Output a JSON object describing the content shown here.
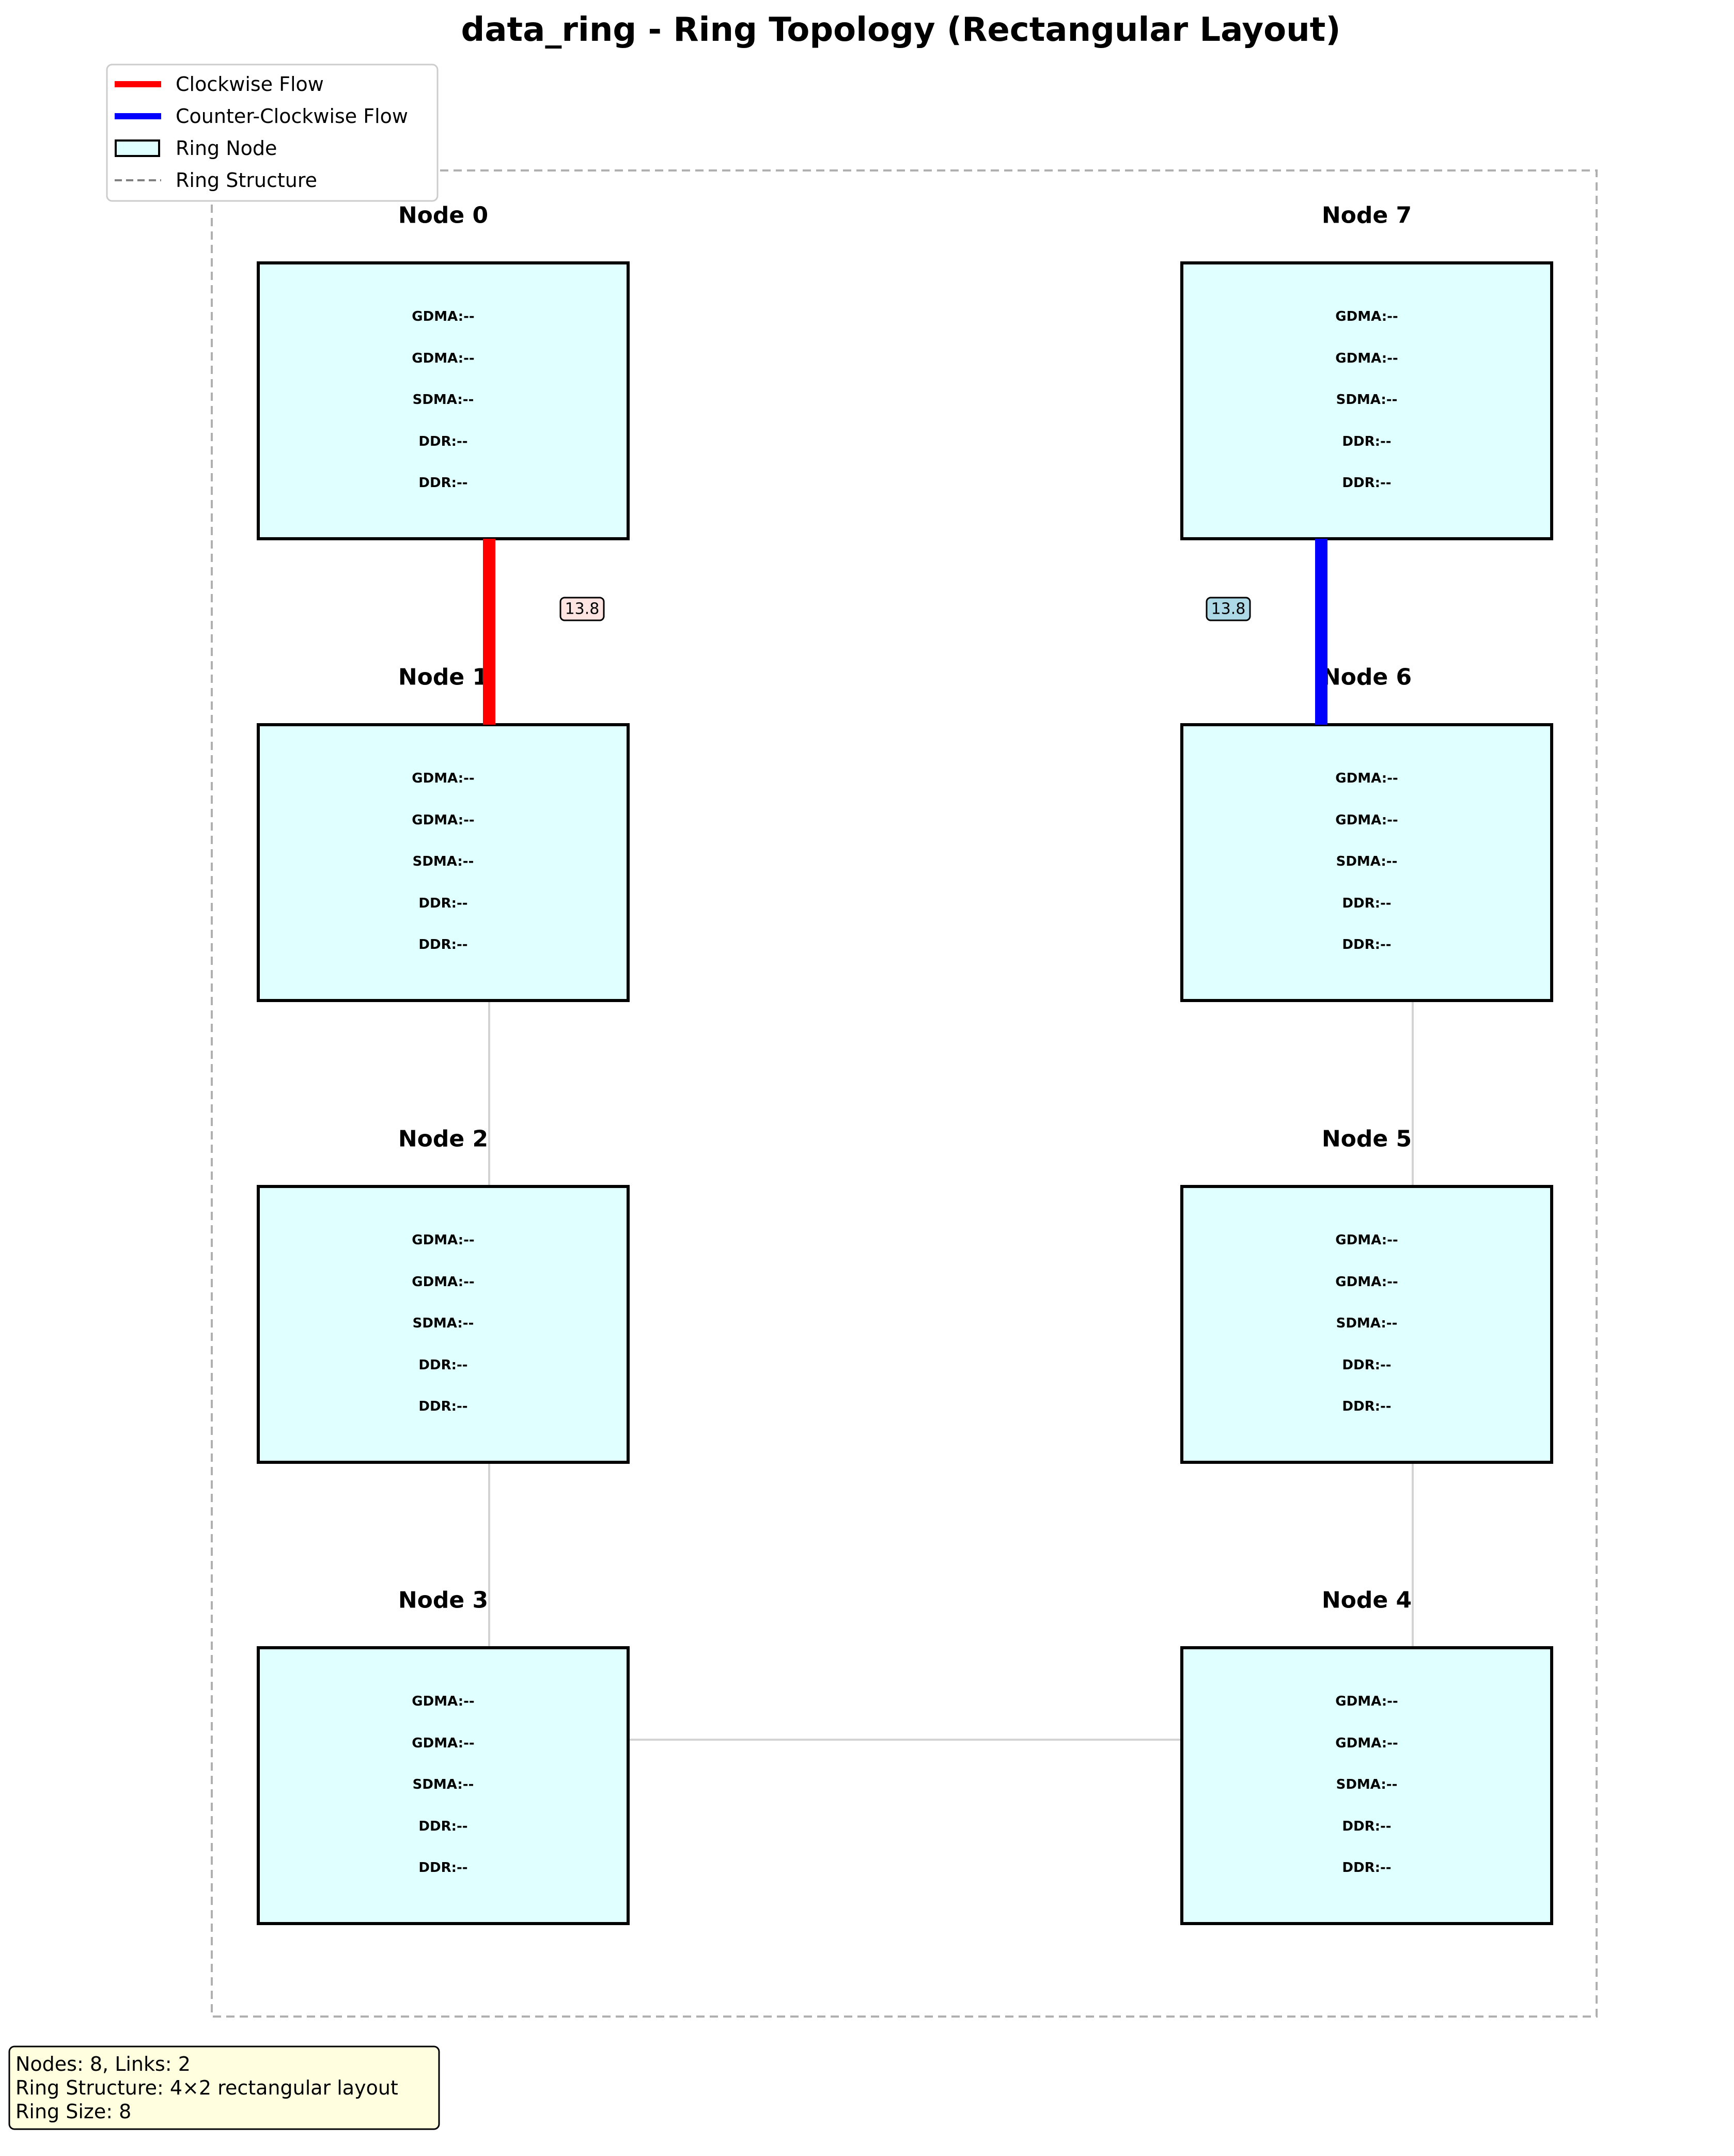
{
  "title": "data_ring - Ring Topology (Rectangular Layout)",
  "legend": [
    {
      "label": "Clockwise Flow",
      "kind": "line",
      "color": "#ff0000"
    },
    {
      "label": "Counter-Clockwise Flow",
      "kind": "line",
      "color": "#0000ff"
    },
    {
      "label": "Ring Node",
      "kind": "box",
      "color": "#e0ffff"
    },
    {
      "label": "Ring Structure",
      "kind": "dashed",
      "color": "#808080"
    }
  ],
  "nodes": [
    {
      "id": 0,
      "label": "Node 0",
      "metrics": [
        "GDMA:--",
        "GDMA:--",
        "SDMA:--",
        "DDR:--",
        "DDR:--"
      ]
    },
    {
      "id": 1,
      "label": "Node 1",
      "metrics": [
        "GDMA:--",
        "GDMA:--",
        "SDMA:--",
        "DDR:--",
        "DDR:--"
      ]
    },
    {
      "id": 2,
      "label": "Node 2",
      "metrics": [
        "GDMA:--",
        "GDMA:--",
        "SDMA:--",
        "DDR:--",
        "DDR:--"
      ]
    },
    {
      "id": 3,
      "label": "Node 3",
      "metrics": [
        "GDMA:--",
        "GDMA:--",
        "SDMA:--",
        "DDR:--",
        "DDR:--"
      ]
    },
    {
      "id": 4,
      "label": "Node 4",
      "metrics": [
        "GDMA:--",
        "GDMA:--",
        "SDMA:--",
        "DDR:--",
        "DDR:--"
      ]
    },
    {
      "id": 5,
      "label": "Node 5",
      "metrics": [
        "GDMA:--",
        "GDMA:--",
        "SDMA:--",
        "DDR:--",
        "DDR:--"
      ]
    },
    {
      "id": 6,
      "label": "Node 6",
      "metrics": [
        "GDMA:--",
        "GDMA:--",
        "SDMA:--",
        "DDR:--",
        "DDR:--"
      ]
    },
    {
      "id": 7,
      "label": "Node 7",
      "metrics": [
        "GDMA:--",
        "GDMA:--",
        "SDMA:--",
        "DDR:--",
        "DDR:--"
      ]
    }
  ],
  "links": [
    {
      "from": 0,
      "to": 1,
      "direction": "clockwise",
      "value": "13.8",
      "color": "#ff0000",
      "label_bg": "#ffe4e1"
    },
    {
      "from": 7,
      "to": 6,
      "direction": "counter-clockwise",
      "value": "13.8",
      "color": "#0000ff",
      "label_bg": "#add8e6"
    }
  ],
  "ring_connections": [
    [
      1,
      2
    ],
    [
      2,
      3
    ],
    [
      3,
      4
    ],
    [
      4,
      5
    ],
    [
      5,
      6
    ]
  ],
  "info_box": [
    "Nodes: 8, Links: 2",
    "Ring Structure: 4×2 rectangular layout",
    "Ring Size: 8"
  ],
  "colors": {
    "node_fill": "#e0ffff",
    "node_border": "#000000",
    "ring_line": "#d3d3d3",
    "frame": "#b0b0b0",
    "info_bg": "#ffffe0"
  }
}
